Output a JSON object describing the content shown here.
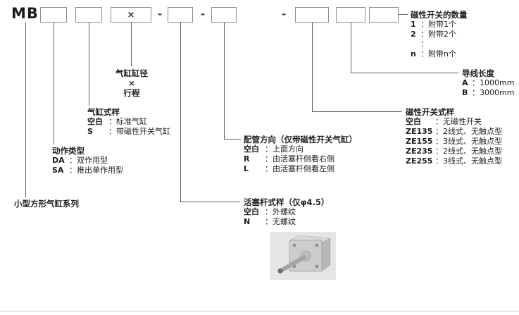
{
  "code_row": {
    "prefix": "MB",
    "bore_multiply": "×",
    "separator": "-"
  },
  "series": {
    "title": "小型方形气缸系列"
  },
  "action": {
    "title": "动作类型",
    "options": [
      {
        "code": "DA",
        "desc": "：双作用型"
      },
      {
        "code": "SA",
        "desc": "：推出单作用型"
      }
    ]
  },
  "cylinder_style": {
    "title": "气缸式样",
    "options": [
      {
        "code": "空白",
        "desc": "：标准气缸"
      },
      {
        "code": "S",
        "desc": "：带磁性开关气缸"
      }
    ]
  },
  "bore_stroke": {
    "lines": [
      "气缸缸径",
      "×",
      "行程"
    ]
  },
  "rod_style": {
    "title": "活塞杆式样（仅φ4.5）",
    "options": [
      {
        "code": "空白",
        "desc": "：外螺纹"
      },
      {
        "code": "N",
        "desc": "：无螺纹"
      }
    ]
  },
  "piping": {
    "title": "配管方向（仅带磁性开关气缸）",
    "options": [
      {
        "code": "空白",
        "desc": "：上面方向"
      },
      {
        "code": "R",
        "desc": "：由活塞杆侧看右侧"
      },
      {
        "code": "L",
        "desc": "：由活塞杆侧看左侧"
      }
    ]
  },
  "switch_style": {
    "title": "磁性开关式样",
    "options": [
      {
        "code": "空白",
        "desc": "：无磁性开关"
      },
      {
        "code": "ZE135",
        "desc": "：2线式、无触点型"
      },
      {
        "code": "ZE155",
        "desc": "：3线式、无触点型"
      },
      {
        "code": "ZE235",
        "desc": "：2线式、无触点型"
      },
      {
        "code": "ZE255",
        "desc": "：3线式、无触点型"
      }
    ]
  },
  "lead_length": {
    "title": "导线长度",
    "options": [
      {
        "code": "A",
        "desc": "：1000mm"
      },
      {
        "code": "B",
        "desc": "：3000mm"
      }
    ]
  },
  "switch_qty": {
    "title": "磁性开关的数量",
    "options": [
      {
        "code": "1",
        "desc": "：附带1个"
      },
      {
        "code": "2",
        "desc": "：附带2个"
      },
      {
        "code": "",
        "desc": "："
      },
      {
        "code": "n",
        "desc": "：附带n个"
      }
    ]
  }
}
